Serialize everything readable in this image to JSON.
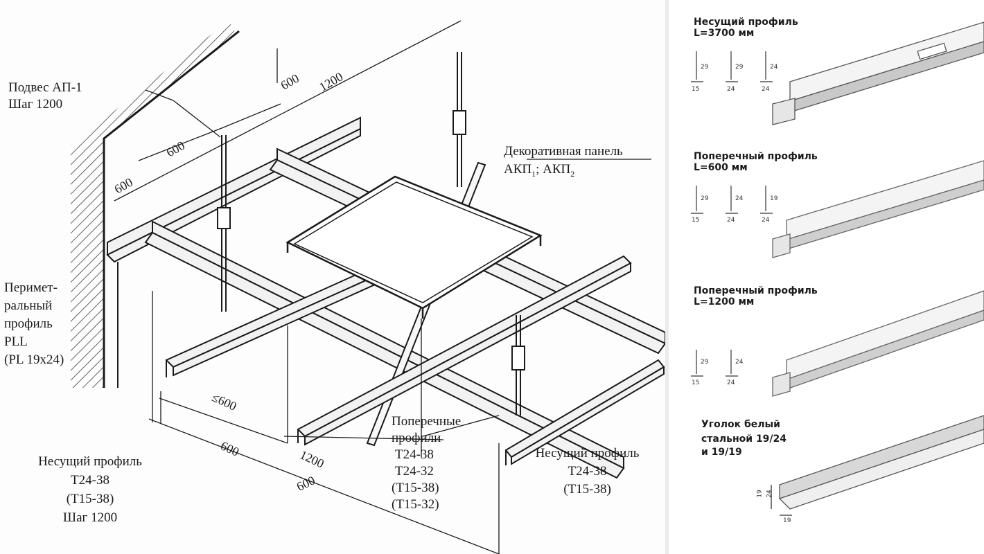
{
  "colors": {
    "ink": "#1a1a1a",
    "profile_fill": "#f2f2f2",
    "profile_shade": "#b9b9b9",
    "separator": "#e9ecef"
  },
  "left": {
    "suspension": {
      "line1": "Подвес АП-1",
      "line2": "Шаг 1200"
    },
    "panel": {
      "line1": "Декоративная панель",
      "line2_a": "АКП",
      "sub1": "1",
      "line2_b": "; АКП",
      "sub2": "2"
    },
    "perimeter": [
      "Перимет-",
      "ральный",
      "профиль",
      "PLL",
      "(PL 19x24)"
    ],
    "main_profile_left": [
      "Несущий профиль",
      "T24-38",
      "(T15-38)",
      "Шаг 1200"
    ],
    "cross_profiles": [
      "Поперечные",
      "профили",
      "T24-38",
      "T24-32",
      "(T15-38)",
      "(T15-32)"
    ],
    "main_profile_right": [
      "Несущий профиль",
      "T24-38",
      "(T15-38)"
    ],
    "dims": {
      "top_600": "600",
      "top_1200": "1200",
      "mid_600": "600",
      "left_600": "600",
      "le_600": "≤600",
      "bot_600": "600",
      "bot_1200": "1200",
      "bot_600b": "600"
    }
  },
  "right": {
    "profiles": [
      {
        "title": "Несущий профиль",
        "length": "L=3700 мм",
        "sections": [
          {
            "h": "29",
            "w": "15"
          },
          {
            "h": "29",
            "w": "24"
          },
          {
            "h": "24",
            "w": "24"
          }
        ]
      },
      {
        "title": "Поперечный профиль",
        "length": "L=600 мм",
        "sections": [
          {
            "h": "29",
            "w": "15"
          },
          {
            "h": "24",
            "w": "24"
          },
          {
            "h": "19",
            "w": "24"
          }
        ]
      },
      {
        "title": "Поперечный профиль",
        "length": "L=1200 мм",
        "sections": [
          {
            "h": "29",
            "w": "15"
          },
          {
            "h": "24",
            "w": "24"
          }
        ]
      }
    ],
    "angle": {
      "line1": "Уголок белый",
      "line2": "стальной 19/24",
      "line3": "и 19/19",
      "h1": "19",
      "h2": "24",
      "w": "19"
    }
  }
}
